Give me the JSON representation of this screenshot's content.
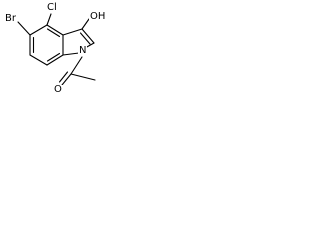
{
  "molecule": {
    "atoms": {
      "cl": "Cl",
      "oh": "OH",
      "br": "Br",
      "n": "N",
      "o": "O"
    },
    "colors": {
      "bond": "#000000",
      "label": "#000000",
      "background": "#ffffff"
    }
  }
}
